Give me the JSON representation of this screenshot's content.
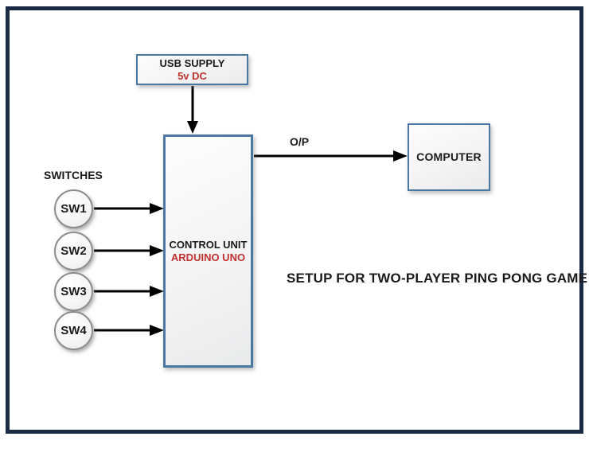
{
  "diagram": {
    "caption": "SETUP FOR TWO-PLAYER PING PONG GAME",
    "usb_supply_box": {
      "title": "USB SUPPLY",
      "subtitle": "5v DC"
    },
    "control_unit_box": {
      "title": "CONTROL UNIT",
      "subtitle": "ARDUINO UNO"
    },
    "computer_box": {
      "label": "COMPUTER"
    },
    "output_label": "O/P",
    "switches_group": {
      "heading": "SWITCHES",
      "items": [
        {
          "label": "SW1"
        },
        {
          "label": "SW2"
        },
        {
          "label": "SW3"
        },
        {
          "label": "SW4"
        }
      ]
    },
    "colors": {
      "frame_border": "#1c2b45",
      "box_border": "#4a78a0",
      "box_fill": "#f3f3f4",
      "accent_red": "#c0322f",
      "arrow": "#000000",
      "circle_border": "#8c8c8c"
    }
  }
}
